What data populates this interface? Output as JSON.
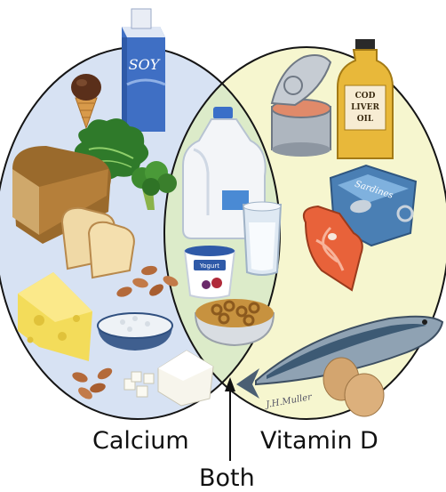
{
  "venn": {
    "left_label": "Calcium",
    "right_label": "Vitamin D",
    "overlap_label": "Both",
    "colors": {
      "left_fill": "#d7e2f3",
      "right_fill": "#f6f6cf",
      "overlap_fill": "#dcebc9",
      "outline": "#151515"
    }
  },
  "food_labels": {
    "soy": "SOY",
    "cod_liver_oil": [
      "COD",
      "LIVER",
      "OIL"
    ],
    "sardines": "Sardines",
    "yogurt": "Yogurt"
  },
  "signature": "J.H.Muller",
  "sets": {
    "calcium_only": [
      "soy-milk-icon",
      "ice-cream-icon",
      "kale-icon",
      "broccoli-icon",
      "bread-icon",
      "cheese-icon",
      "almonds-icon",
      "cottage-cheese-icon",
      "tofu-icon"
    ],
    "both": [
      "milk-jug-icon",
      "milk-glass-icon",
      "yogurt-icon",
      "cereal-icon"
    ],
    "vitamin_d_only": [
      "tuna-can-icon",
      "cod-liver-oil-icon",
      "sardine-can-icon",
      "salmon-steak-icon",
      "mackerel-icon",
      "eggs-icon"
    ]
  }
}
